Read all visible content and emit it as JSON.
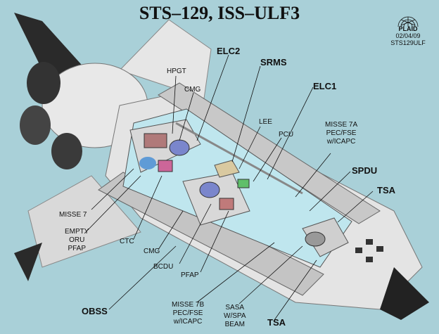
{
  "title": "STS–129, ISS–ULF3",
  "stamp": {
    "org": "PLAID",
    "date": "02/04/09",
    "id": "STS129ULF"
  },
  "labels": {
    "elc2": "ELC2",
    "srms": "SRMS",
    "elc1": "ELC1",
    "hpgt": "HPGT",
    "cmg_top": "CMG",
    "lee": "LEE",
    "pcu": "PCU",
    "misse7a_1": "MISSE 7A",
    "misse7a_2": "PEC/FSE",
    "misse7a_3": "w/ICAPC",
    "spdu": "SPDU",
    "tsa_right": "TSA",
    "misse7": "MISSE 7",
    "empty_1": "EMPTY",
    "empty_2": "ORU",
    "empty_3": "PFAP",
    "ctc": "CTC",
    "cmg_bottom": "CMG",
    "bcdu": "BCDU",
    "pfap": "PFAP",
    "obss": "OBSS",
    "misse7b_1": "MISSE 7B",
    "misse7b_2": "PEC/FSE",
    "misse7b_3": "w/ICAPC",
    "sasa_1": "SASA",
    "sasa_2": "W/SPA",
    "sasa_3": "BEAM",
    "tsa_bottom": "TSA"
  }
}
